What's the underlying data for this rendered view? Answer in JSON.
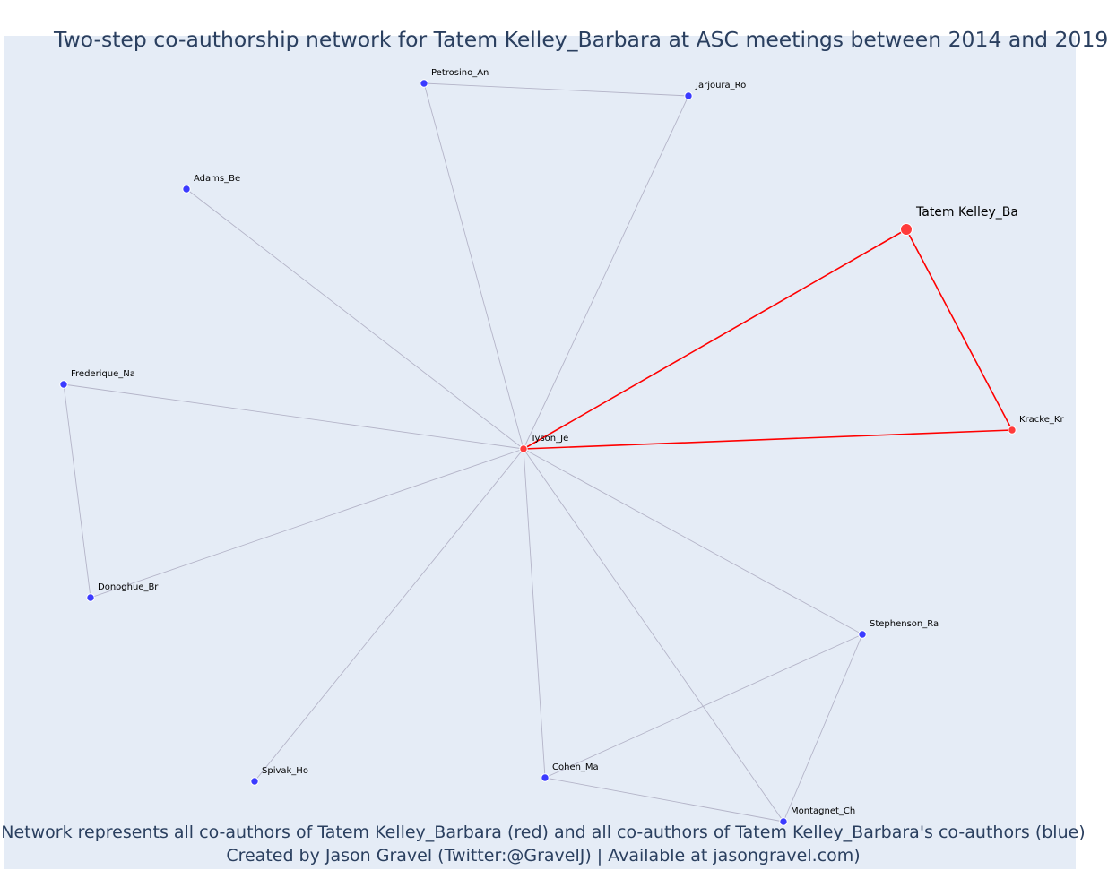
{
  "title": "Two-step co-authorship network for Tatem Kelley_Barbara at ASC meetings between 2014 and 2019",
  "footer": {
    "line1": "Network represents all co-authors of Tatem Kelley_Barbara (red) and all co-authors of Tatem Kelley_Barbara's co-authors (blue)",
    "line2": "Created by Jason Gravel (Twitter:@GravelJ) | Available at jasongravel.com)"
  },
  "colors": {
    "background": "#e5ecf6",
    "ego_edge": "#ff0000",
    "other_edge": "#b4b4c8",
    "red_node": "#ff3b3b",
    "blue_node": "#3b3bff",
    "title": "#2a3f5f"
  },
  "network": {
    "ego": "Tatem Kelley_Ba",
    "nodes": [
      {
        "id": "tatem",
        "label": "Tatem Kelley_Ba",
        "group": "ego"
      },
      {
        "id": "tyson",
        "label": "Tyson_Je",
        "group": "coauthor"
      },
      {
        "id": "kracke",
        "label": "Kracke_Kr",
        "group": "coauthor"
      },
      {
        "id": "petrosino",
        "label": "Petrosino_An",
        "group": "second"
      },
      {
        "id": "jarjoura",
        "label": "Jarjoura_Ro",
        "group": "second"
      },
      {
        "id": "adams",
        "label": "Adams_Be",
        "group": "second"
      },
      {
        "id": "frederique",
        "label": "Frederique_Na",
        "group": "second"
      },
      {
        "id": "donoghue",
        "label": "Donoghue_Br",
        "group": "second"
      },
      {
        "id": "spivak",
        "label": "Spivak_Ho",
        "group": "second"
      },
      {
        "id": "cohen",
        "label": "Cohen_Ma",
        "group": "second"
      },
      {
        "id": "montagnet",
        "label": "Montagnet_Ch",
        "group": "second"
      },
      {
        "id": "stephenson",
        "label": "Stephenson_Ra",
        "group": "second"
      }
    ],
    "edges": [
      {
        "from": "tatem",
        "to": "tyson",
        "type": "ego"
      },
      {
        "from": "tatem",
        "to": "kracke",
        "type": "ego"
      },
      {
        "from": "tyson",
        "to": "kracke",
        "type": "ego"
      },
      {
        "from": "tyson",
        "to": "petrosino",
        "type": "other"
      },
      {
        "from": "tyson",
        "to": "jarjoura",
        "type": "other"
      },
      {
        "from": "petrosino",
        "to": "jarjoura",
        "type": "other"
      },
      {
        "from": "tyson",
        "to": "adams",
        "type": "other"
      },
      {
        "from": "tyson",
        "to": "frederique",
        "type": "other"
      },
      {
        "from": "frederique",
        "to": "donoghue",
        "type": "other"
      },
      {
        "from": "tyson",
        "to": "donoghue",
        "type": "other"
      },
      {
        "from": "tyson",
        "to": "spivak",
        "type": "other"
      },
      {
        "from": "tyson",
        "to": "cohen",
        "type": "other"
      },
      {
        "from": "tyson",
        "to": "montagnet",
        "type": "other"
      },
      {
        "from": "tyson",
        "to": "stephenson",
        "type": "other"
      },
      {
        "from": "cohen",
        "to": "stephenson",
        "type": "other"
      },
      {
        "from": "cohen",
        "to": "montagnet",
        "type": "other"
      },
      {
        "from": "stephenson",
        "to": "montagnet",
        "type": "other"
      }
    ]
  }
}
